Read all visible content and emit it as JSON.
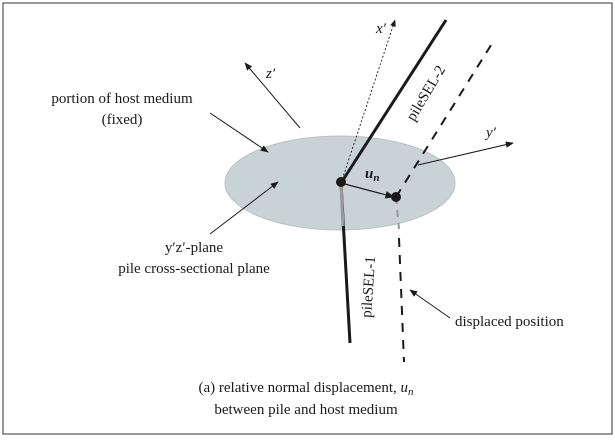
{
  "labels": {
    "host_medium_line1": "portion of host medium",
    "host_medium_line2": "(fixed)",
    "plane_line1": "y′z′-plane",
    "plane_line2": "pile cross-sectional plane",
    "pile_upper": "pileSEL-2",
    "pile_lower": "pileSEL-1",
    "displacement_symbol": "u",
    "displacement_subscript": "n",
    "displaced_position": "displaced position"
  },
  "axes": {
    "x": "x′",
    "y": "y′",
    "z": "z′"
  },
  "caption": {
    "line1": "(a) relative normal displacement,",
    "line1_symbol": "u",
    "line1_subscript": "n",
    "line2": "between pile and host medium"
  },
  "colors": {
    "ellipse_fill": "#c9d3d6",
    "ink": "#1a1a1a",
    "inside_pile": "#9a9a9a"
  }
}
